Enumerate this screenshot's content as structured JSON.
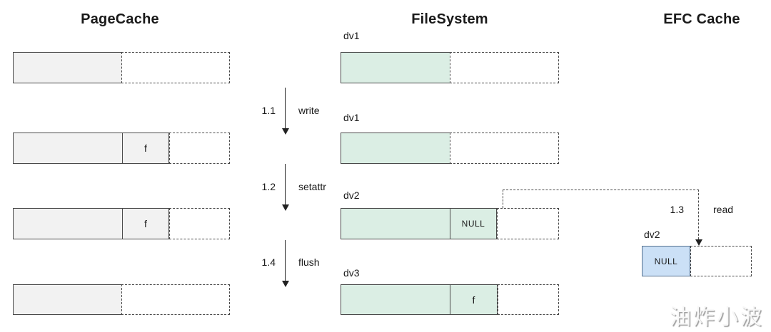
{
  "titles": {
    "pagecache": "PageCache",
    "filesystem": "FileSystem",
    "efc": "EFC Cache"
  },
  "pagecache": {
    "rows": [
      {
        "tag": ""
      },
      {
        "tag": "f"
      },
      {
        "tag": "f"
      },
      {
        "tag": ""
      }
    ]
  },
  "filesystem": {
    "rows": [
      {
        "label": "dv1",
        "tag": ""
      },
      {
        "label": "dv1",
        "tag": ""
      },
      {
        "label": "dv2",
        "tag": "NULL"
      },
      {
        "label": "dv3",
        "tag": "f"
      }
    ]
  },
  "steps": [
    {
      "num": "1.1",
      "action": "write"
    },
    {
      "num": "1.2",
      "action": "setattr"
    },
    {
      "num": "1.4",
      "action": "flush"
    },
    {
      "num": "1.3",
      "action": "read"
    }
  ],
  "efc": {
    "label": "dv2",
    "value": "NULL"
  },
  "watermark": "油炸小波",
  "colors": {
    "gray-fill": "#f2f2f2",
    "green-fill": "#dbeee4",
    "blue-fill": "#cbe0f6",
    "blue-border": "#54718f",
    "box-border": "#4a4a4a",
    "arrow": "#222222",
    "text": "#1a1a1a",
    "watermark": "#f7f7f7",
    "watermark-shadow": "#9e9e9e"
  }
}
